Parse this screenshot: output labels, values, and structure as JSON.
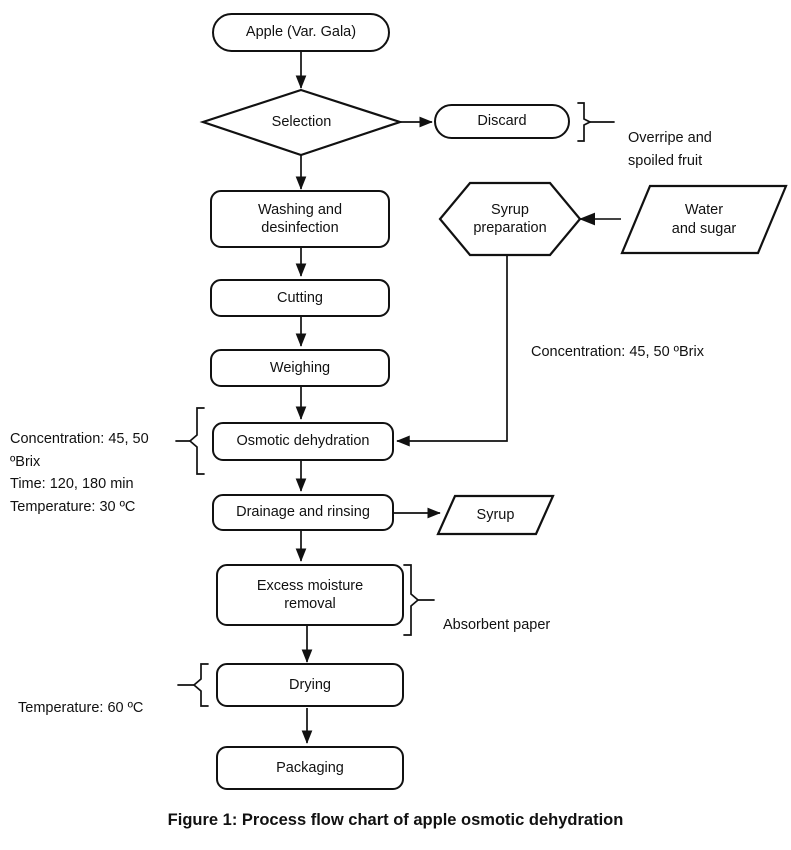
{
  "figure": {
    "caption": "Figure 1: Process flow chart of apple osmotic dehydration",
    "background": "#ffffff",
    "stroke": "#111111"
  },
  "nodes": {
    "start": {
      "label": "Apple (Var. Gala)",
      "shape": "stadium"
    },
    "selection": {
      "label": "Selection",
      "shape": "diamond"
    },
    "discard": {
      "label": "Discard",
      "shape": "stadium"
    },
    "washing": {
      "label": "Washing and\ndesinfection",
      "shape": "rounded-rect"
    },
    "cutting": {
      "label": "Cutting",
      "shape": "rounded-rect"
    },
    "weighing": {
      "label": "Weighing",
      "shape": "rounded-rect"
    },
    "osmotic": {
      "label": "Osmotic dehydration",
      "shape": "rounded-rect"
    },
    "drainage": {
      "label": "Drainage and rinsing",
      "shape": "rounded-rect"
    },
    "excess": {
      "label": "Excess moisture\nremoval",
      "shape": "rounded-rect"
    },
    "drying": {
      "label": "Drying",
      "shape": "rounded-rect"
    },
    "packaging": {
      "label": "Packaging",
      "shape": "rounded-rect"
    },
    "syrup_prep": {
      "label": "Syrup\npreparation",
      "shape": "hexagon"
    },
    "water_sugar": {
      "label": "Water\nand sugar",
      "shape": "parallelogram"
    },
    "syrup_out": {
      "label": "Syrup",
      "shape": "parallelogram"
    }
  },
  "annotations": {
    "discard_note": "Overripe and\nspoiled fruit",
    "syrup_concentration": "Concentration: 45, 50 ºBrix",
    "osmotic_params": "Concentration: 45, 50 ºBrix\nTime: 120, 180 min\nTemperature:  30 ºC",
    "excess_note": "Absorbent  paper",
    "drying_note": "Temperature:  60 ºC"
  },
  "chart_data": {
    "type": "diagram",
    "title": "Figure 1: Process flow chart of apple osmotic dehydration",
    "main_sequence": [
      "Apple (Var. Gala)",
      "Selection",
      "Washing and desinfection",
      "Cutting",
      "Weighing",
      "Osmotic dehydration",
      "Drainage and rinsing",
      "Excess moisture removal",
      "Drying",
      "Packaging"
    ],
    "branches": [
      {
        "from": "Selection",
        "to": "Discard",
        "note": "Overripe and spoiled fruit"
      },
      {
        "from": "Water and sugar",
        "to": "Syrup preparation"
      },
      {
        "from": "Syrup preparation",
        "to": "Osmotic dehydration",
        "note": "Concentration: 45, 50 ºBrix"
      },
      {
        "from": "Drainage and rinsing",
        "to": "Syrup"
      }
    ],
    "process_parameters": [
      {
        "step": "Osmotic dehydration",
        "values": [
          "Concentration: 45, 50 ºBrix",
          "Time: 120, 180 min",
          "Temperature:  30 ºC"
        ]
      },
      {
        "step": "Excess moisture removal",
        "values": [
          "Absorbent  paper"
        ]
      },
      {
        "step": "Drying",
        "values": [
          "Temperature:  60 ºC"
        ]
      }
    ]
  }
}
